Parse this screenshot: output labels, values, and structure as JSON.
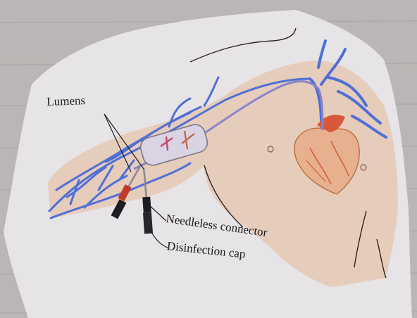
{
  "labels": {
    "lumens": "Lumens",
    "needleless_connector": "Needleless connector",
    "disinfection_cap": "Disinfection cap"
  },
  "colors": {
    "paper_background": "#b9b6b5",
    "cutout_paper": "#e7e4e7",
    "skin": "#e6cdbb",
    "vein": "#4f6fd6",
    "catheter": "#8a84c9",
    "heart": "#e7b08e",
    "heart_vessel": "#d8583a",
    "text": "#1d1b1e"
  }
}
